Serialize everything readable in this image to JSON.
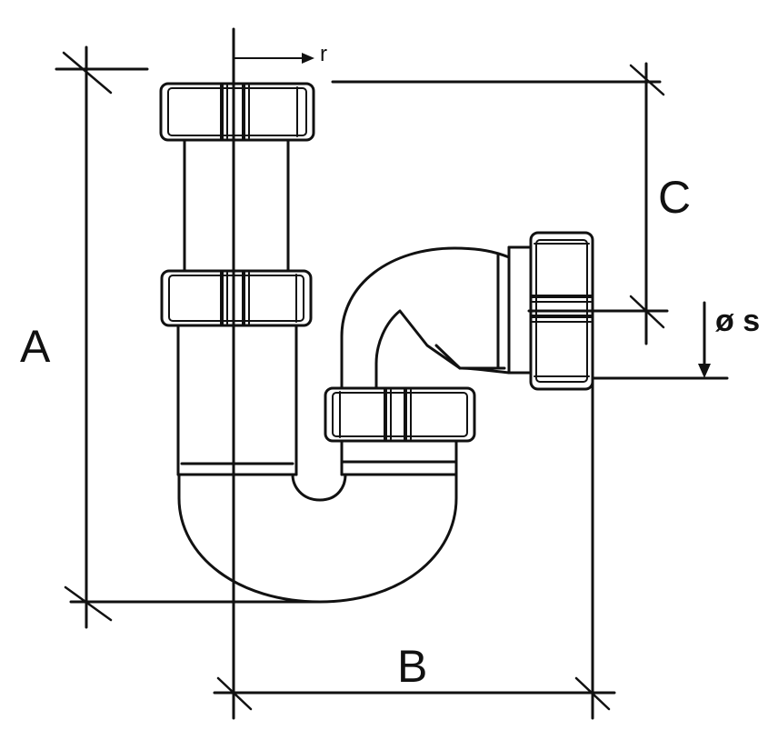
{
  "labels": {
    "A": "A",
    "B": "B",
    "C": "C",
    "r": "r",
    "s": "ø s"
  },
  "colors": {
    "line": "#111111",
    "background": "#ffffff"
  }
}
